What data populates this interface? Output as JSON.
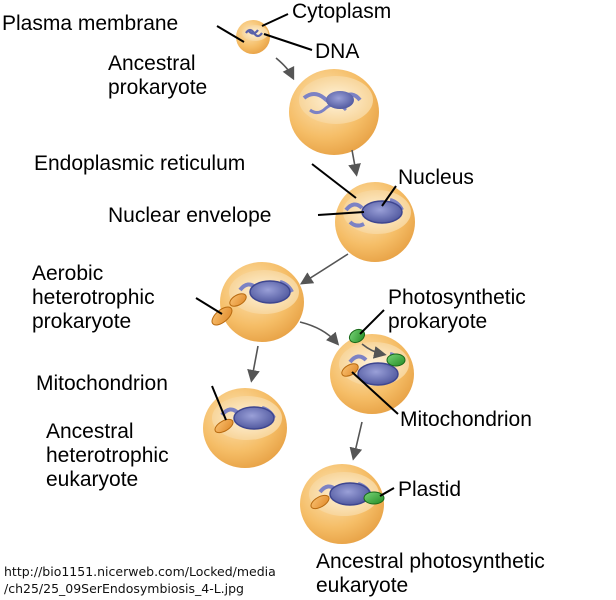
{
  "labels": {
    "plasma_membrane": "Plasma membrane",
    "cytoplasm": "Cytoplasm",
    "dna": "DNA",
    "ancestral_prokaryote_1": "Ancestral",
    "ancestral_prokaryote_2": "prokaryote",
    "endoplasmic_reticulum": "Endoplasmic reticulum",
    "nucleus": "Nucleus",
    "nuclear_envelope": "Nuclear envelope",
    "aerobic_1": "Aerobic",
    "aerobic_2": "heterotrophic",
    "aerobic_3": "prokaryote",
    "photosynthetic_1": "Photosynthetic",
    "photosynthetic_2": "prokaryote",
    "mitochondrion_left": "Mitochondrion",
    "mitochondrion_right": "Mitochondrion",
    "het_euk_1": "Ancestral",
    "het_euk_2": "heterotrophic",
    "het_euk_3": "eukaryote",
    "plastid": "Plastid",
    "photo_euk_1": "Ancestral photosynthetic",
    "photo_euk_2": "eukaryote"
  },
  "source": {
    "line1": "http://bio1151.nicerweb.com/Locked/media",
    "line2": "/ch25/25_09SerEndosymbiosis_4-L.jpg"
  },
  "colors": {
    "cell_fill": "#f3b45a",
    "cell_rim": "#e39a3a",
    "cell_cut": "#fbe2b0",
    "nucleus": "#6e76b8",
    "membrane": "#8a90c8",
    "mito": "#f0a040",
    "plastid": "#3aa83a"
  }
}
